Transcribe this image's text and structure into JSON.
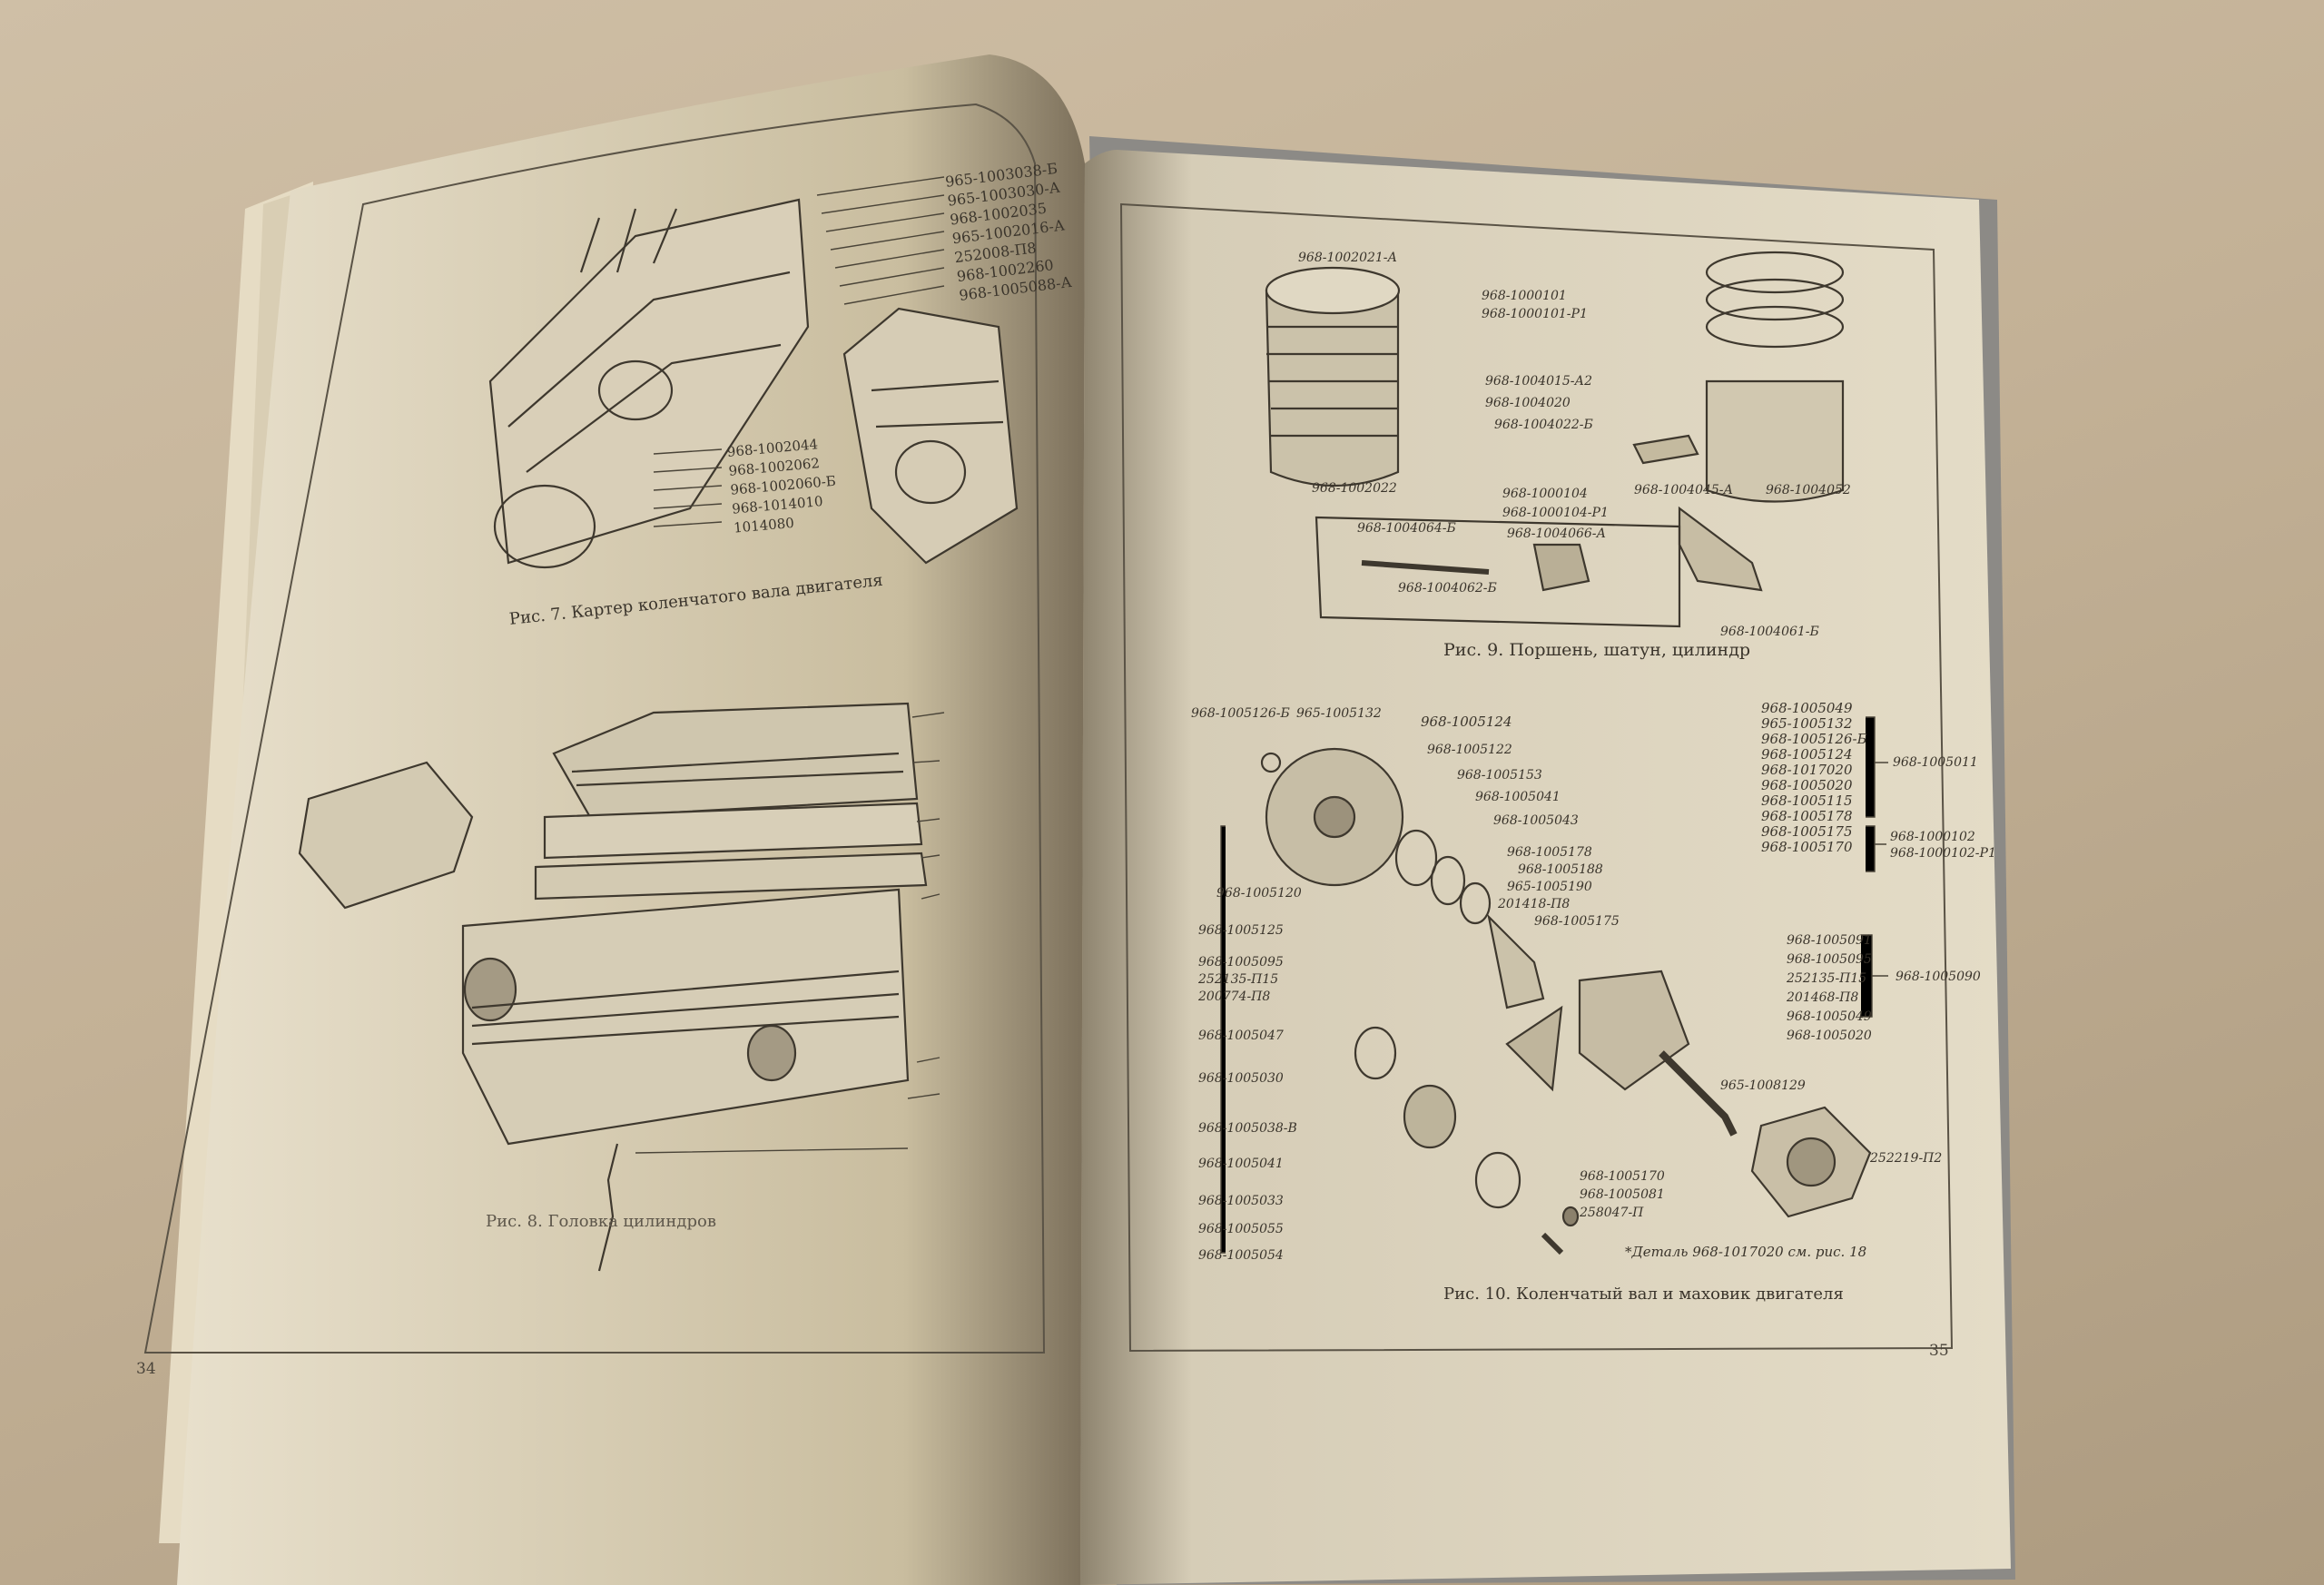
{
  "left_page": {
    "fig7": {
      "caption": "Рис. 7. Картер коленчатого вала двигателя",
      "labels_right": [
        "965-1003038-Б",
        "965-1003030-А",
        "968-1002035",
        "965-1002016-А",
        "252008-П8",
        "968-1002260",
        "968-1005088-А"
      ],
      "labels_lower": [
        "968-1002044",
        "968-1002062",
        "968-1002060-Б",
        "968-1014010",
        "1014080"
      ]
    },
    "fig8": {
      "caption": "Рис. 8. Головка цилиндров"
    },
    "page_number": "34"
  },
  "right_page": {
    "fig9": {
      "caption": "Рис. 9. Поршень, шатун, цилиндр",
      "labels": [
        "968-1002021-А",
        "968-1000101",
        "968-1000101-Р1",
        "968-1004015-А2",
        "968-1004020",
        "968-1004022-Б",
        "968-1002022",
        "968-1000104",
        "968-1000104-Р1",
        "968-1004045-А",
        "968-1004052",
        "968-1004064-Б",
        "968-1004066-А",
        "968-1004062-Б",
        "968-1004061-Б"
      ]
    },
    "fig10": {
      "caption": "Рис. 10. Коленчатый вал и маховик двигателя",
      "labels_top": [
        "968-1005126-Б",
        "965-1005132",
        "968-1005124",
        "968-1005122",
        "968-1005153",
        "968-1005041",
        "968-1005043"
      ],
      "labels_right_group": [
        "968-1005049",
        "965-1005132",
        "968-1005126-Б",
        "968-1005124",
        "968-1017020",
        "968-1005020",
        "968-1005115",
        "968-1005178",
        "968-1005175",
        "968-1005170"
      ],
      "group_refs": [
        "968-1005011",
        "968-1000102",
        "968-1000102-Р1",
        "968-1005090"
      ],
      "labels_middle": [
        "968-1005178",
        "968-1005188",
        "965-1005190",
        "201418-П8",
        "968-1005175",
        "968-1005091",
        "968-1005095",
        "252135-П15",
        "201468-П8",
        "968-1005049",
        "968-1005020",
        "965-1008129"
      ],
      "labels_left": [
        "968-1005120",
        "968-1005125",
        "968-1005095",
        "252135-П15",
        "200774-П8",
        "968-1005047",
        "968-1005030",
        "968-1005038-В",
        "968-1005041",
        "968-1005033",
        "968-1005055",
        "968-1005054"
      ],
      "labels_bottom": [
        "968-1005170",
        "968-1005081",
        "258047-П",
        "252219-П2"
      ],
      "footnote": "*Деталь 968-1017020 см. рис. 18"
    },
    "page_number": "35"
  }
}
